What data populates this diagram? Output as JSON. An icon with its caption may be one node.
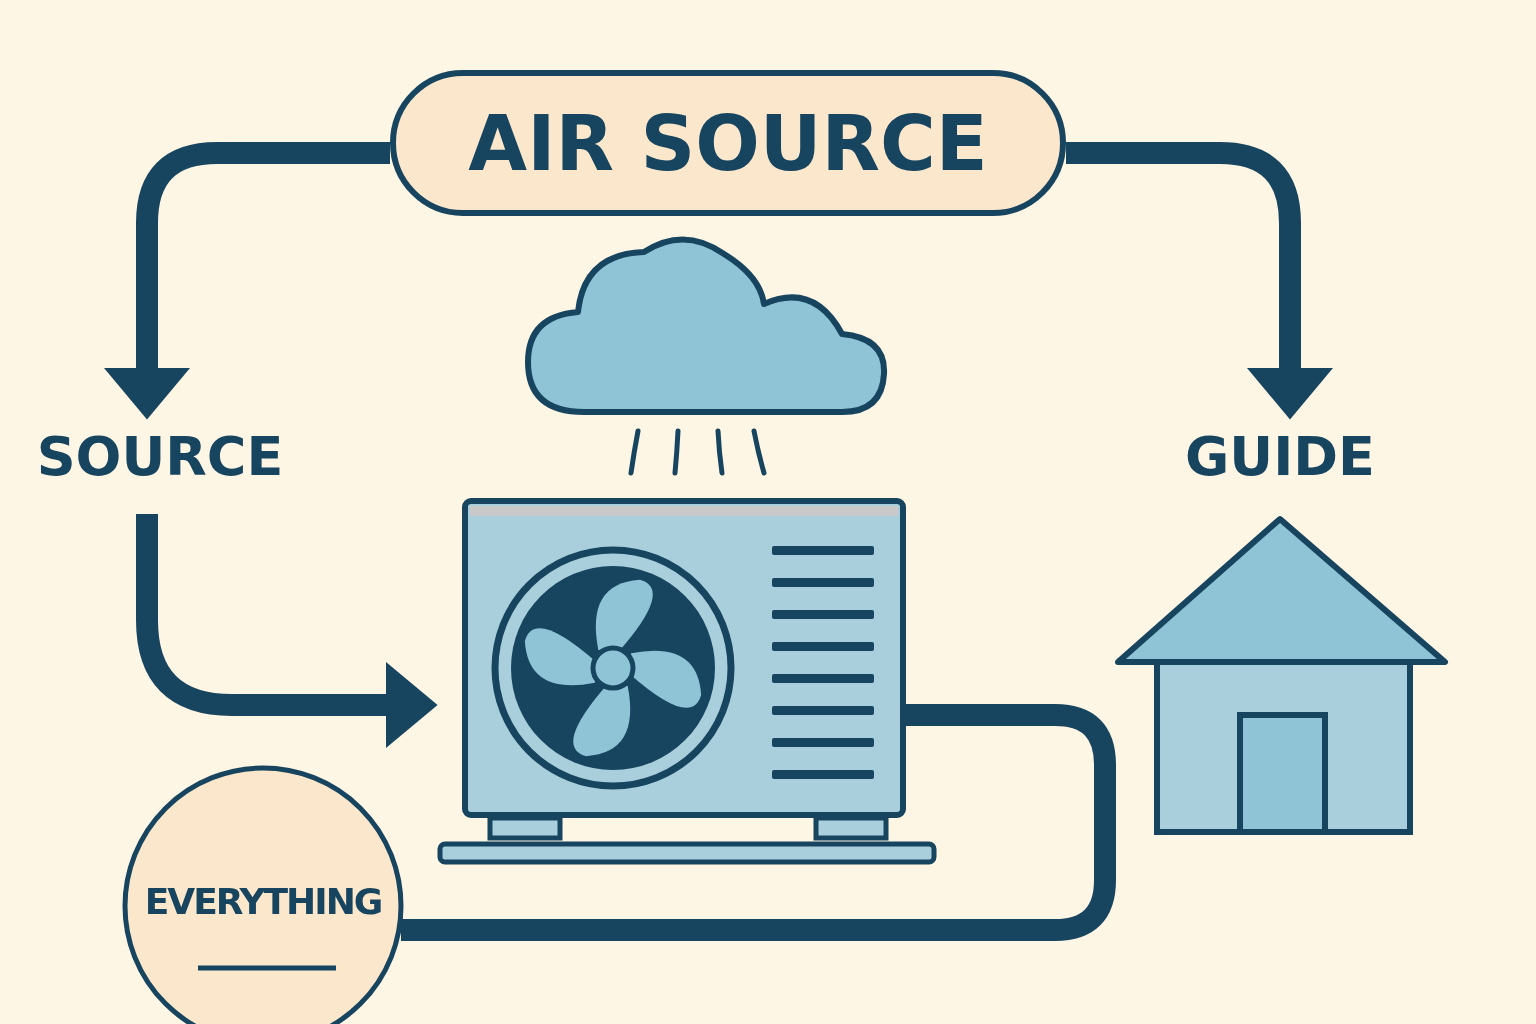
{
  "diagram": {
    "nodes": [
      {
        "text": [
          "AIR SOURCE"
        ]
      },
      {
        "text": [
          "SOURCE"
        ]
      },
      {
        "text": [
          "GUIDE"
        ]
      },
      {
        "text": [],
        "shape": "cloud"
      },
      {
        "text": [],
        "shape": "picture"
      },
      {
        "text": [],
        "shape": "picture"
      },
      {
        "text": [
          "EVERYTHING"
        ]
      }
    ],
    "edges": [
      {
        "from": 0,
        "to": 1,
        "arrow": "to"
      },
      {
        "from": 0,
        "to": 2,
        "arrow": "to"
      },
      {
        "from": 1,
        "to": 4,
        "arrow": "to"
      },
      {
        "from": 4,
        "to": 6,
        "arrow": "none"
      }
    ]
  }
}
